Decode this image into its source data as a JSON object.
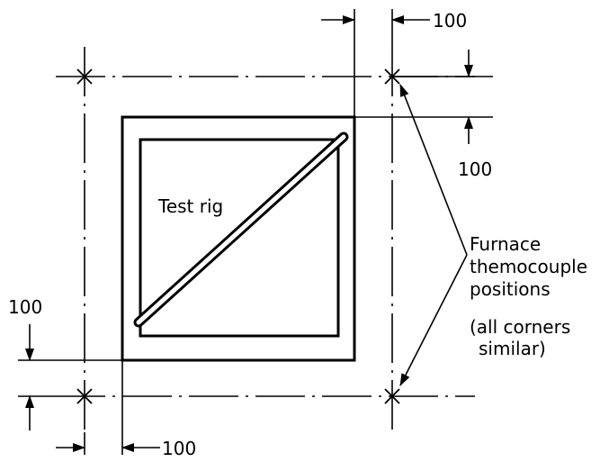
{
  "labels": {
    "test_rig": "Test rig",
    "furnace_line1": "Furnace",
    "furnace_line2": "themocouple",
    "furnace_line3": "positions",
    "note_line1": "(all corners",
    "note_line2": "similar)"
  },
  "dimensions": {
    "top_right_horizontal": "100",
    "top_right_vertical": "100",
    "left_vertical": "100",
    "bottom_horizontal": "100"
  }
}
